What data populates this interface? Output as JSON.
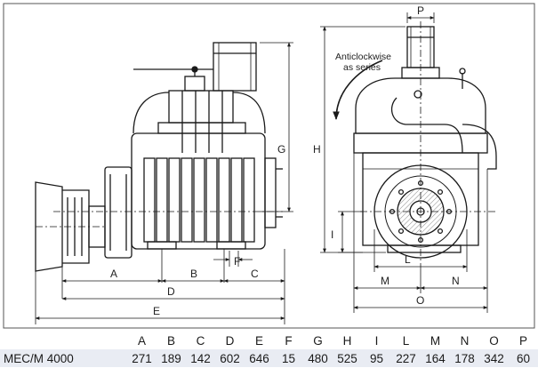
{
  "drawing": {
    "rotation_note": [
      "Anticlockwise",
      "as series"
    ],
    "labels": {
      "A": "A",
      "B": "B",
      "C": "C",
      "D": "D",
      "E": "E",
      "F": "F",
      "G": "G",
      "H": "H",
      "I": "I",
      "L": "L",
      "M": "M",
      "N": "N",
      "O": "O",
      "P": "P"
    }
  },
  "table": {
    "model": "MEC/M 4000",
    "columns": [
      "A",
      "B",
      "C",
      "D",
      "E",
      "F",
      "G",
      "H",
      "I",
      "L",
      "M",
      "N",
      "O",
      "P"
    ],
    "values": [
      "271",
      "189",
      "142",
      "602",
      "646",
      "15",
      "480",
      "525",
      "95",
      "227",
      "164",
      "178",
      "342",
      "60"
    ]
  },
  "colors": {
    "line": "#1a1a1a",
    "frame": "#555555",
    "table_row_bg": "#e9ecf3"
  }
}
